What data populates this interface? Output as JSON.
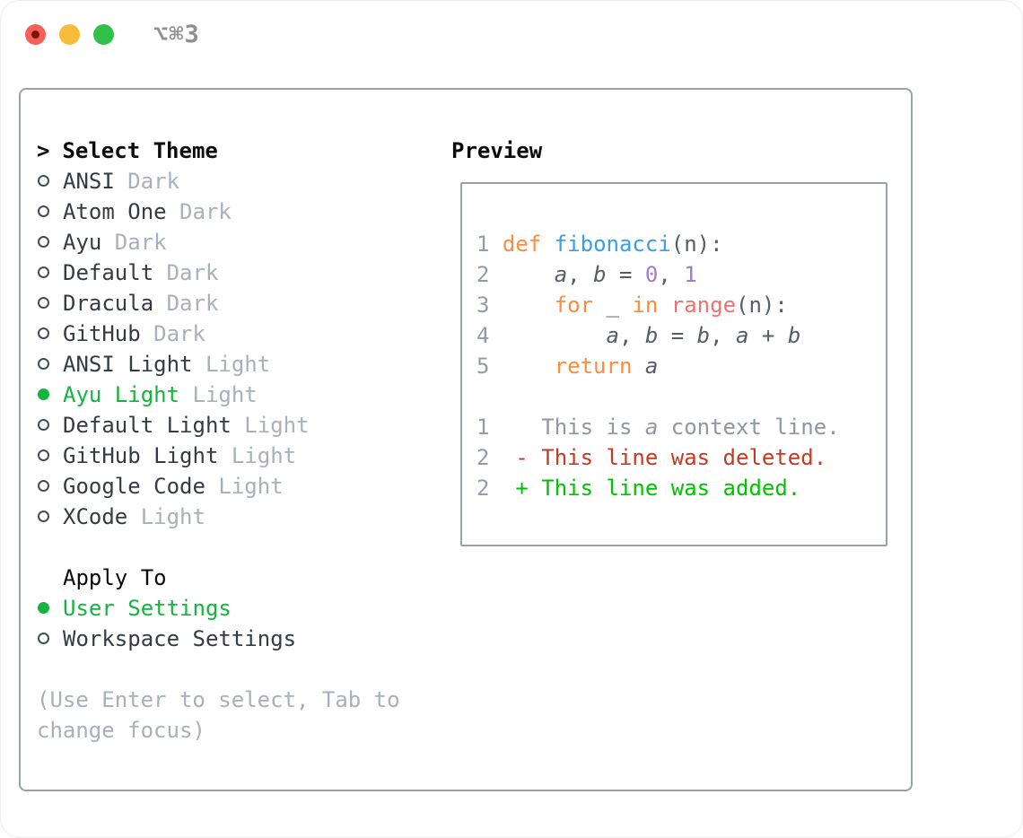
{
  "window": {
    "title": "⌥⌘3",
    "traffic_lights": [
      {
        "icon": "close-traffic-light-icon",
        "color_key": "traffic_red"
      },
      {
        "icon": "minimize-traffic-light-icon",
        "color_key": "traffic_yellow"
      },
      {
        "icon": "zoom-traffic-light-icon",
        "color_key": "traffic_green"
      }
    ]
  },
  "theme_picker": {
    "prompt": ">",
    "title": "Select Theme",
    "themes": [
      {
        "name": "ANSI",
        "variant": "Dark",
        "selected": false
      },
      {
        "name": "Atom One",
        "variant": "Dark",
        "selected": false
      },
      {
        "name": "Ayu",
        "variant": "Dark",
        "selected": false
      },
      {
        "name": "Default",
        "variant": "Dark",
        "selected": false
      },
      {
        "name": "Dracula",
        "variant": "Dark",
        "selected": false
      },
      {
        "name": "GitHub",
        "variant": "Dark",
        "selected": false
      },
      {
        "name": "ANSI Light",
        "variant": "Light",
        "selected": false
      },
      {
        "name": "Ayu Light",
        "variant": "Light",
        "selected": true
      },
      {
        "name": "Default Light",
        "variant": "Light",
        "selected": false
      },
      {
        "name": "GitHub Light",
        "variant": "Light",
        "selected": false
      },
      {
        "name": "Google Code",
        "variant": "Light",
        "selected": false
      },
      {
        "name": "XCode",
        "variant": "Light",
        "selected": false
      }
    ],
    "apply_to": {
      "title": "Apply To",
      "options": [
        {
          "label": "User Settings",
          "selected": true
        },
        {
          "label": "Workspace Settings",
          "selected": false
        }
      ]
    },
    "hint_lines": [
      "(Use Enter to select, Tab to",
      "change focus)"
    ],
    "icons": {
      "selected": "radio-selected-icon",
      "unselected": "radio-unselected-icon"
    }
  },
  "preview": {
    "title": "Preview",
    "code_lines": [
      [
        {
          "t": "1",
          "c": "ln"
        },
        {
          "t": " ",
          "c": "plain"
        },
        {
          "t": "def",
          "c": "kw"
        },
        {
          "t": " ",
          "c": "plain"
        },
        {
          "t": "fibonacci",
          "c": "fn"
        },
        {
          "t": "(n):",
          "c": "plain"
        }
      ],
      [
        {
          "t": "2",
          "c": "ln"
        },
        {
          "t": "     ",
          "c": "plain"
        },
        {
          "t": "a",
          "c": "var"
        },
        {
          "t": ", ",
          "c": "plain"
        },
        {
          "t": "b",
          "c": "var"
        },
        {
          "t": " = ",
          "c": "plain"
        },
        {
          "t": "0",
          "c": "num"
        },
        {
          "t": ", ",
          "c": "plain"
        },
        {
          "t": "1",
          "c": "num"
        }
      ],
      [
        {
          "t": "3",
          "c": "ln"
        },
        {
          "t": "     ",
          "c": "plain"
        },
        {
          "t": "for",
          "c": "kw"
        },
        {
          "t": " _ ",
          "c": "plain"
        },
        {
          "t": "in",
          "c": "kw"
        },
        {
          "t": " ",
          "c": "plain"
        },
        {
          "t": "range",
          "c": "call"
        },
        {
          "t": "(n):",
          "c": "plain"
        }
      ],
      [
        {
          "t": "4",
          "c": "ln"
        },
        {
          "t": "         ",
          "c": "plain"
        },
        {
          "t": "a",
          "c": "var"
        },
        {
          "t": ", ",
          "c": "plain"
        },
        {
          "t": "b",
          "c": "var"
        },
        {
          "t": " = ",
          "c": "plain"
        },
        {
          "t": "b",
          "c": "var"
        },
        {
          "t": ", ",
          "c": "plain"
        },
        {
          "t": "a",
          "c": "var"
        },
        {
          "t": " + ",
          "c": "plain"
        },
        {
          "t": "b",
          "c": "var"
        }
      ],
      [
        {
          "t": "5",
          "c": "ln"
        },
        {
          "t": "     ",
          "c": "plain"
        },
        {
          "t": "return",
          "c": "kw"
        },
        {
          "t": " ",
          "c": "plain"
        },
        {
          "t": "a",
          "c": "var"
        }
      ],
      [],
      [
        {
          "t": "1",
          "c": "ln"
        },
        {
          "t": "    ",
          "c": "plain"
        },
        {
          "t": "This is ",
          "c": "ctx"
        },
        {
          "t": "a",
          "c": "ctxi"
        },
        {
          "t": " context line.",
          "c": "ctx"
        }
      ],
      [
        {
          "t": "2",
          "c": "ln"
        },
        {
          "t": "  ",
          "c": "plain"
        },
        {
          "t": "- This line was deleted.",
          "c": "del"
        }
      ],
      [
        {
          "t": "2",
          "c": "ln"
        },
        {
          "t": "  ",
          "c": "plain"
        },
        {
          "t": "+ This line was added.",
          "c": "add"
        }
      ]
    ]
  },
  "colors": {
    "text_primary": "#353b44",
    "text_secondary": "#a8b0bd",
    "heading": "#0c0c0c",
    "selected_green": "#14b43e",
    "added_green": "#00c200",
    "deleted_red": "#c23b22",
    "line_number": "#929ca9",
    "code_text": "#565d66",
    "keyword_orange": "#fa8d3e",
    "function_blue": "#399ee6",
    "number_purple": "#a37acc",
    "call_red": "#f07171",
    "context_gray": "#8e97a3",
    "border_gray": "#99a1ad",
    "title_gray": "#8f8f8f",
    "traffic_red": "#f4605a",
    "traffic_red_dot": "#7e120d",
    "traffic_yellow": "#f6bd3b",
    "traffic_green": "#30c14a",
    "radio_ring": "#454c56"
  }
}
